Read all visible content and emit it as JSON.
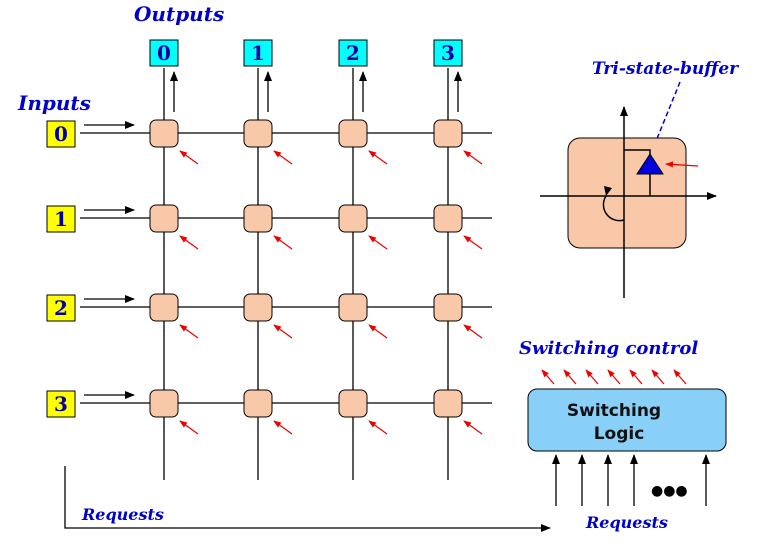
{
  "labels": {
    "outputs": "Outputs",
    "inputs": "Inputs",
    "tri_state_buffer": "Tri-state-buffer",
    "switching_control": "Switching control",
    "switching_logic_line1": "Switching",
    "switching_logic_line2": "Logic",
    "requests_left": "Requests",
    "requests_right": "Requests",
    "ellipsis": "●●●"
  },
  "inputs": [
    "0",
    "1",
    "2",
    "3"
  ],
  "outputs": [
    "0",
    "1",
    "2",
    "3"
  ],
  "colors": {
    "input_box": "#ffff00",
    "output_box": "#00ffff",
    "crosspoint": "#f8c8a8",
    "switching_logic": "#88d0f8",
    "label_blue": "#0000cc",
    "control_arrow": "#ee0000",
    "buffer_triangle": "#0000dd"
  }
}
